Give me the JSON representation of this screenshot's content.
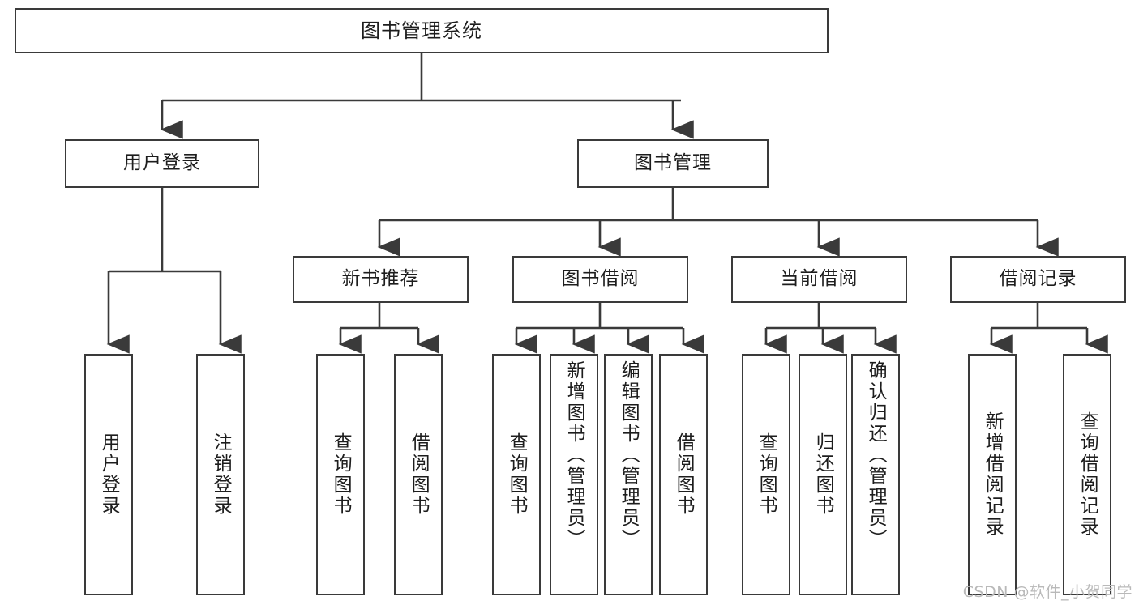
{
  "diagram": {
    "type": "tree",
    "title": "图书管理系统",
    "root": {
      "label": "图书管理系统"
    },
    "level1": [
      {
        "id": "user-login",
        "label": "用户登录"
      },
      {
        "id": "book-manage",
        "label": "图书管理"
      }
    ],
    "level2": [
      {
        "id": "new-book-recommend",
        "label": "新书推荐",
        "parent": "book-manage"
      },
      {
        "id": "book-borrow",
        "label": "图书借阅",
        "parent": "book-manage"
      },
      {
        "id": "current-borrow",
        "label": "当前借阅",
        "parent": "book-manage"
      },
      {
        "id": "borrow-record",
        "label": "借阅记录",
        "parent": "book-manage"
      }
    ],
    "leaves": [
      {
        "id": "leaf-user-login",
        "label": "用户登录",
        "parent": "user-login"
      },
      {
        "id": "leaf-user-logout",
        "label": "注销登录",
        "parent": "user-login"
      },
      {
        "id": "leaf-query-book-1",
        "label": "查询图书",
        "parent": "new-book-recommend"
      },
      {
        "id": "leaf-borrow-book-1",
        "label": "借阅图书",
        "parent": "new-book-recommend"
      },
      {
        "id": "leaf-query-book-2",
        "label": "查询图书",
        "parent": "book-borrow"
      },
      {
        "id": "leaf-add-book",
        "label": "新增图书（管理员）",
        "parent": "book-borrow"
      },
      {
        "id": "leaf-edit-book",
        "label": "编辑图书（管理员）",
        "parent": "book-borrow"
      },
      {
        "id": "leaf-borrow-book-2",
        "label": "借阅图书",
        "parent": "book-borrow"
      },
      {
        "id": "leaf-query-book-3",
        "label": "查询图书",
        "parent": "current-borrow"
      },
      {
        "id": "leaf-return-book",
        "label": "归还图书",
        "parent": "current-borrow"
      },
      {
        "id": "leaf-confirm-return",
        "label": "确认归还（管理员）",
        "parent": "current-borrow"
      },
      {
        "id": "leaf-add-record",
        "label": "新增借阅记录",
        "parent": "borrow-record"
      },
      {
        "id": "leaf-query-record",
        "label": "查询借阅记录",
        "parent": "borrow-record"
      }
    ],
    "colors": {
      "background": "#ffffff",
      "border": "#3a3a3a",
      "text": "#1d1d1d",
      "connector": "#3a3a3a",
      "watermark": "#b9b9b9"
    }
  },
  "watermark": {
    "text": "CSDN @软件_小贺同学"
  }
}
